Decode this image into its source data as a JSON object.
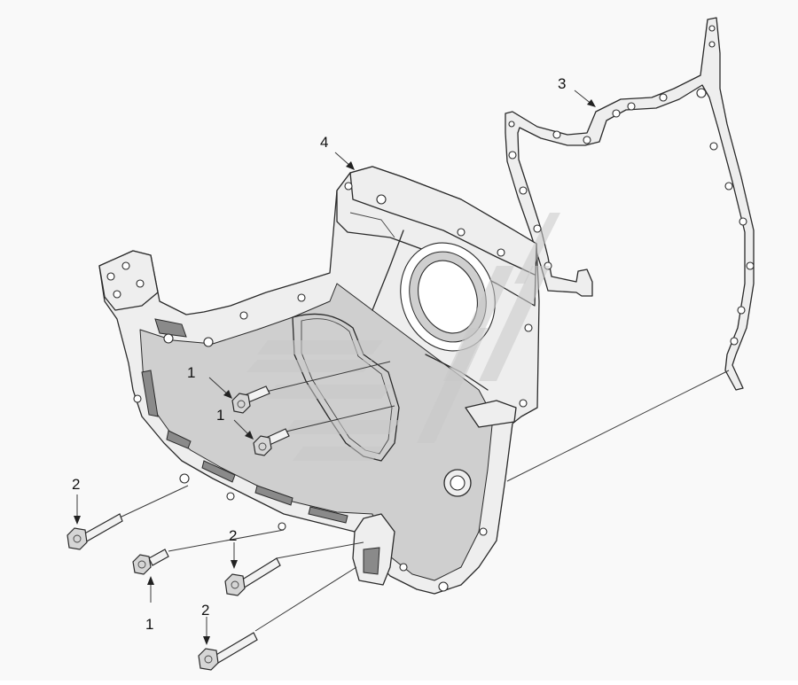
{
  "diagram": {
    "callouts": {
      "c1a": "1",
      "c1b": "1",
      "c1c": "1",
      "c2a": "2",
      "c2b": "2",
      "c2c": "2",
      "c3": "3",
      "c4": "4"
    },
    "colors": {
      "line": "#2a2a2a",
      "face": "#eeeeee",
      "shade": "#cfcfcf",
      "background": "#f9f9f9",
      "watermark": "#c9c9c9"
    },
    "parts": [
      "cap-screw",
      "cap-screw",
      "gear-housing-gasket",
      "gear-housing"
    ]
  }
}
